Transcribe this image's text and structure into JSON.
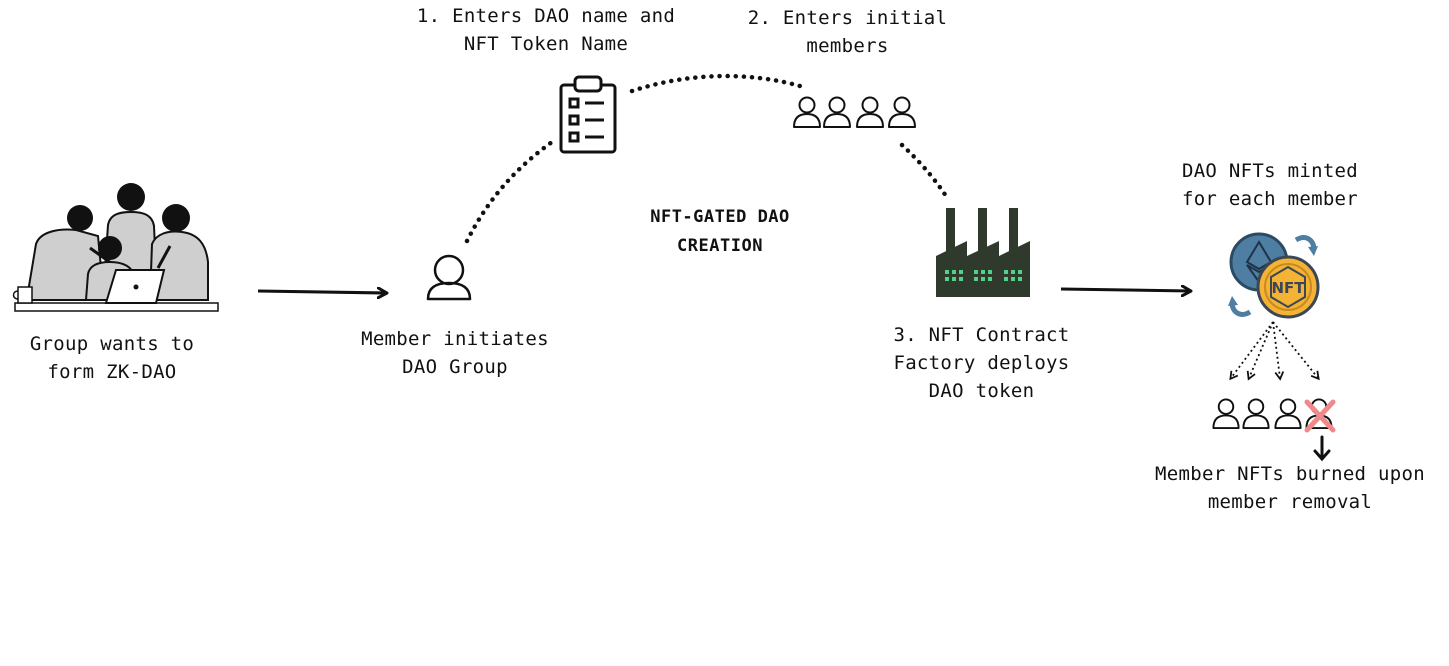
{
  "title": "NFT-GATED DAO CREATION",
  "labels": {
    "group": "Group wants to\nform ZK-DAO",
    "initiator": "Member initiates\nDAO Group",
    "step1": "1. Enters DAO name and\nNFT Token Name",
    "step2": "2. Enters initial\nmembers",
    "step3": "3. NFT Contract\nFactory deploys\nDAO token",
    "minted": "DAO NFTs minted\nfor each member",
    "burned": "Member NFTs burned upon\nmember removal"
  },
  "icons": {
    "group": "people-at-laptop-illustration",
    "initiator": "person-outline-icon",
    "form": "clipboard-checklist-icon",
    "members": "person-outline-icon",
    "factory": "factory-icon",
    "token": "nft-ethereum-coin-icon",
    "removed": "red-x-icon"
  },
  "colors": {
    "ink": "#111111",
    "factory": "#2f3a2c",
    "factory_windows": "#4fd38a",
    "nft_gold": "#f5b335",
    "eth_blue": "#4f7ea3",
    "remove_x": "#ef8a8a",
    "illustration_gray": "#cfcfcf"
  }
}
